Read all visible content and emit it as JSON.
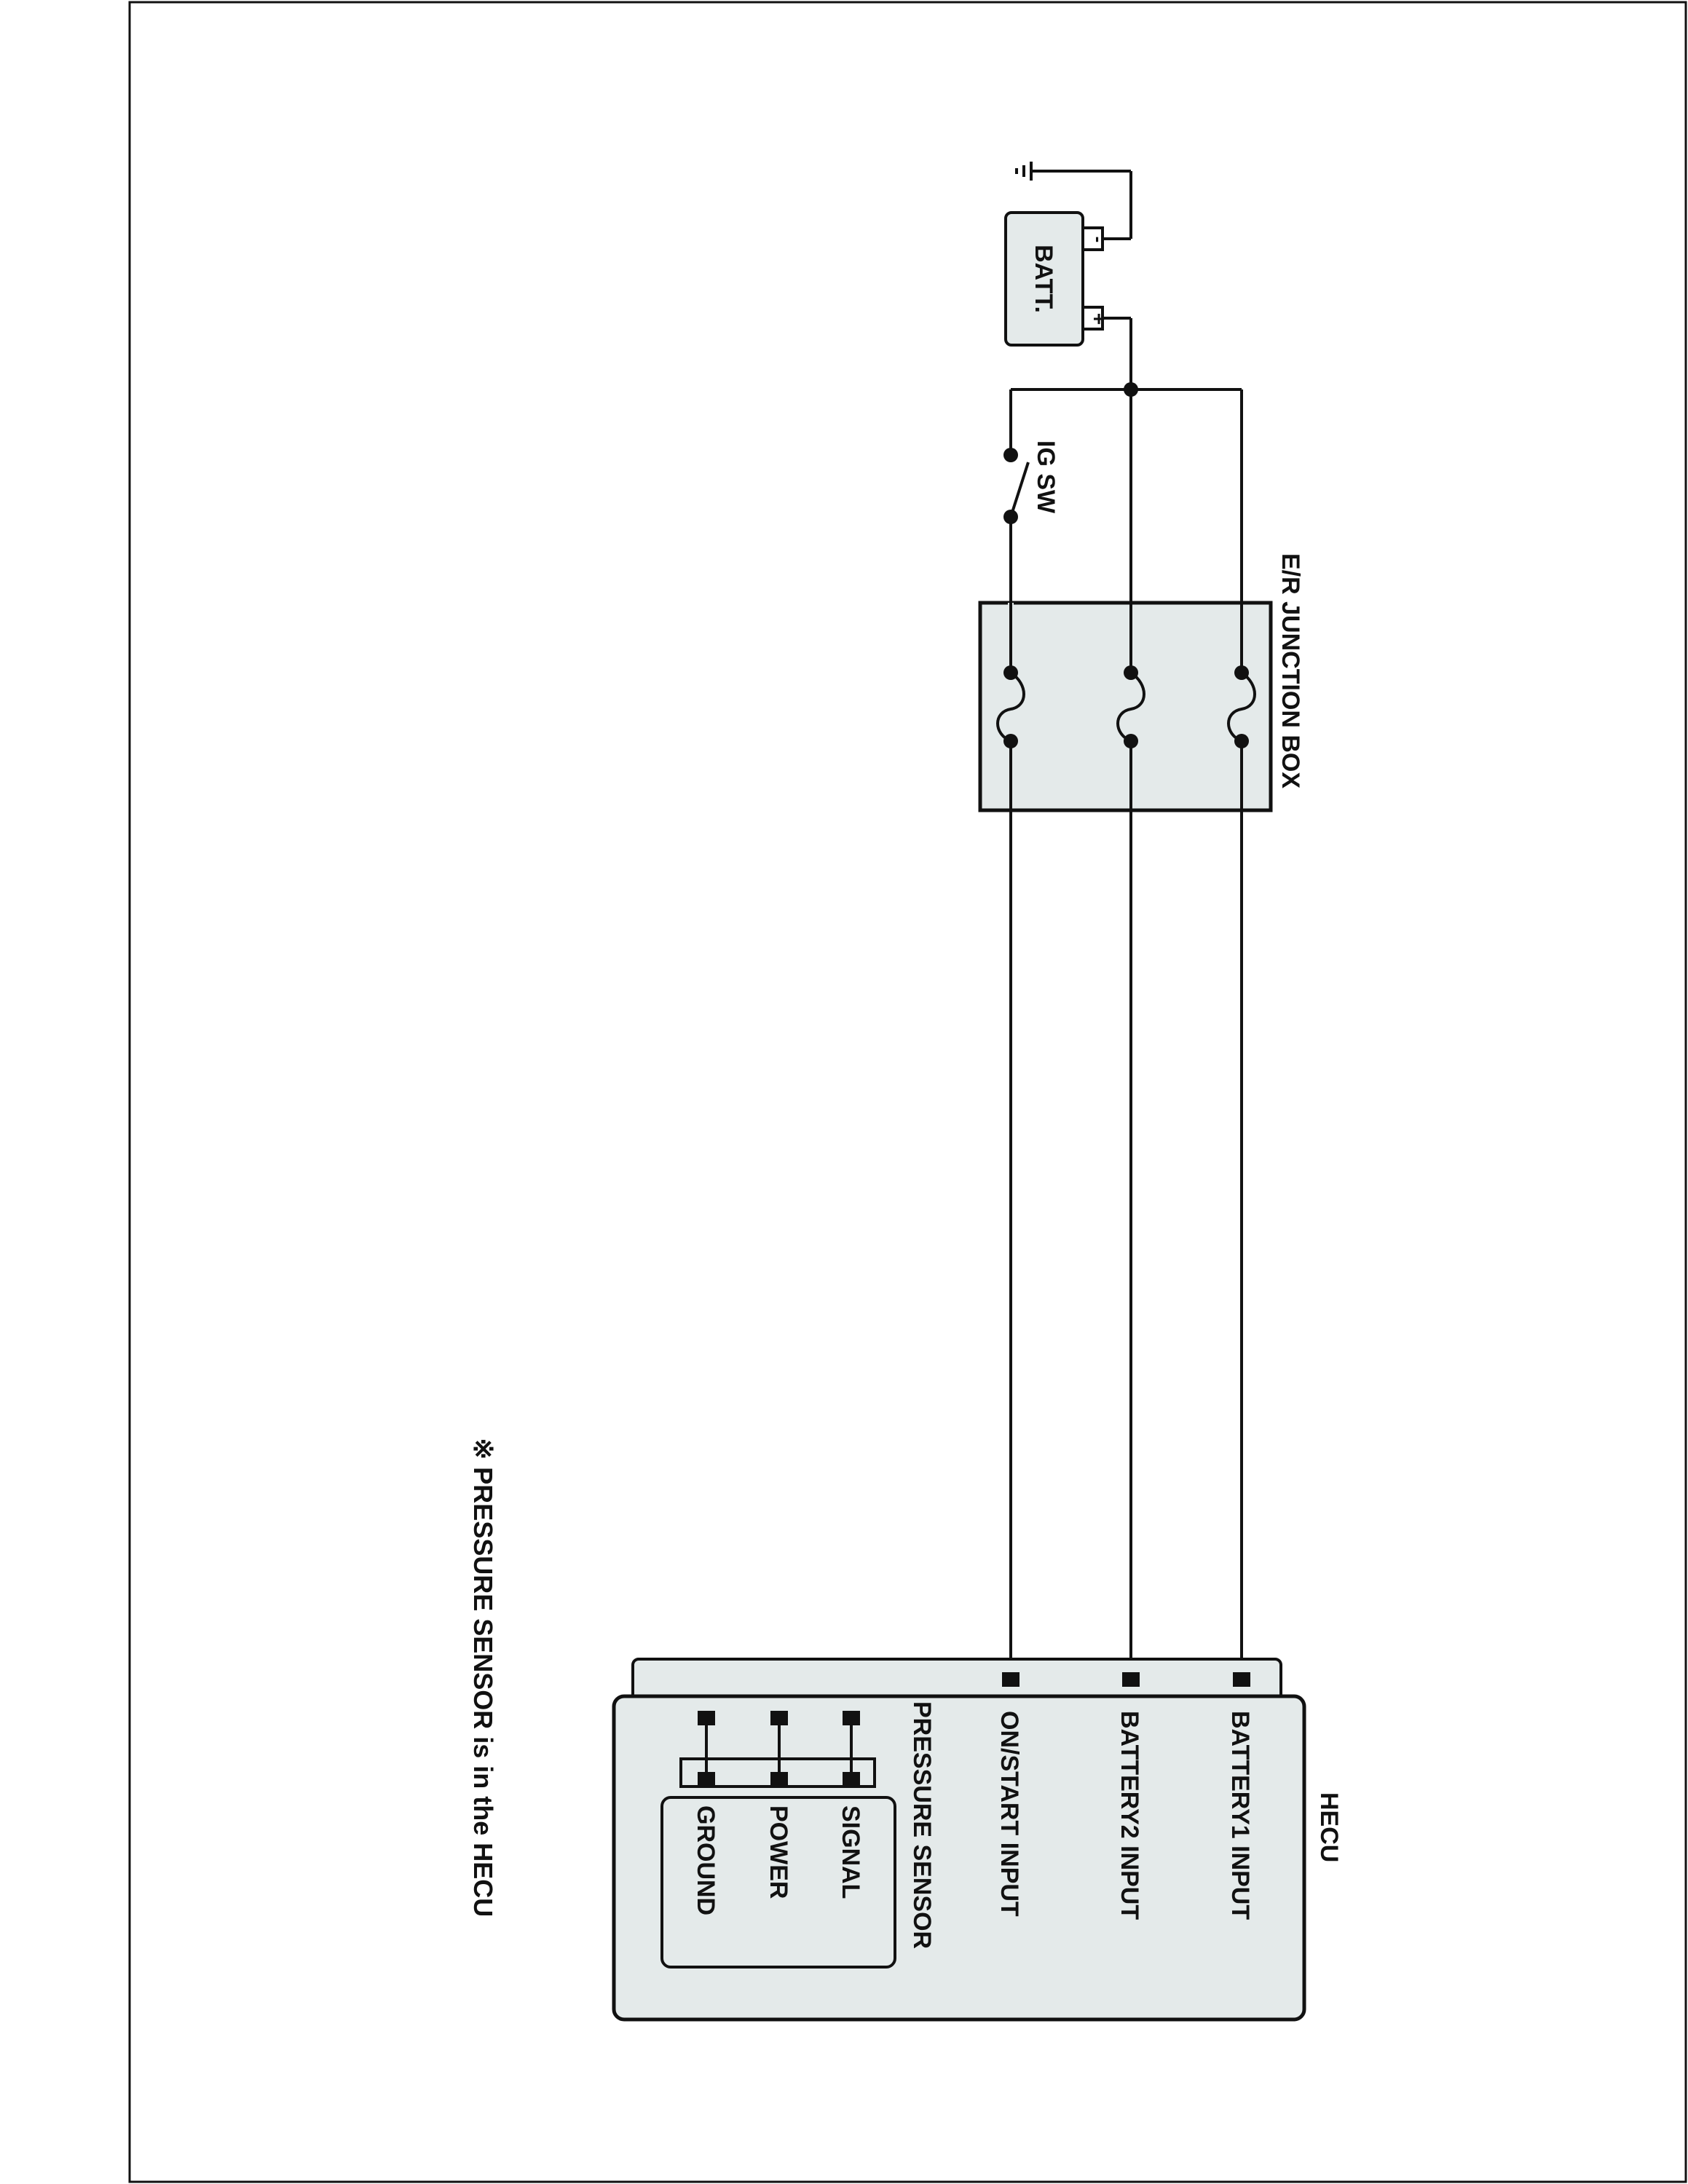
{
  "colors": {
    "line": "#111111",
    "box_fill": "#e4eaea",
    "background": "#ffffff"
  },
  "labels": {
    "battery": "BATT.",
    "battery_plus": "+",
    "battery_minus": "-",
    "ignition_switch": "IG SW",
    "junction_box": "E/R JUNCTION BOX",
    "hecu": "HECU",
    "battery1_input": "BATTERY1 INPUT",
    "battery2_input": "BATTERY2 INPUT",
    "on_start_input": "ON/START INPUT",
    "pressure_sensor": "PRESSURE SENSOR",
    "signal": "SIGNAL",
    "power": "POWER",
    "ground": "GROUND",
    "footnote": "※ PRESSURE SENSOR is in the HECU"
  }
}
